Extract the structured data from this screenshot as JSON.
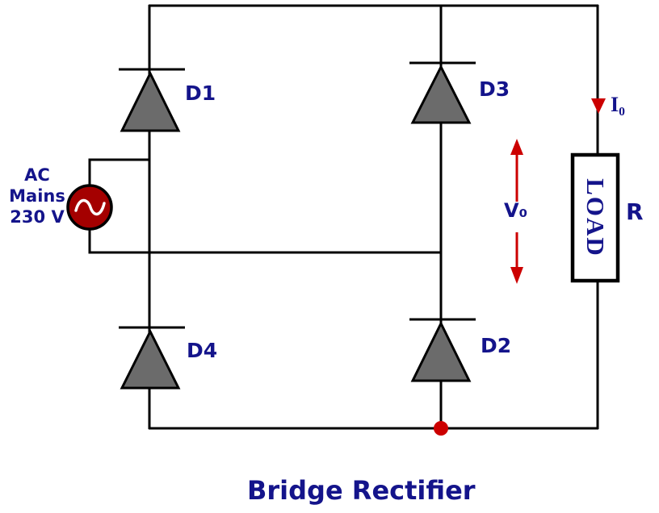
{
  "title": "Bridge Rectifier",
  "ac_source": {
    "label_lines": [
      "AC",
      "Mains",
      "230 V"
    ]
  },
  "diodes": {
    "d1": "D1",
    "d2": "D2",
    "d3": "D3",
    "d4": "D4"
  },
  "load": {
    "label": "LOAD",
    "resistor_label": "R"
  },
  "annotations": {
    "output_current": "I₀",
    "output_voltage": "V₀"
  },
  "colors": {
    "label_navy": "#14148b",
    "accent_red": "#cc0000",
    "source_fill": "#a40000",
    "diode_fill": "#6b6b6b",
    "wire_black": "#000000"
  }
}
